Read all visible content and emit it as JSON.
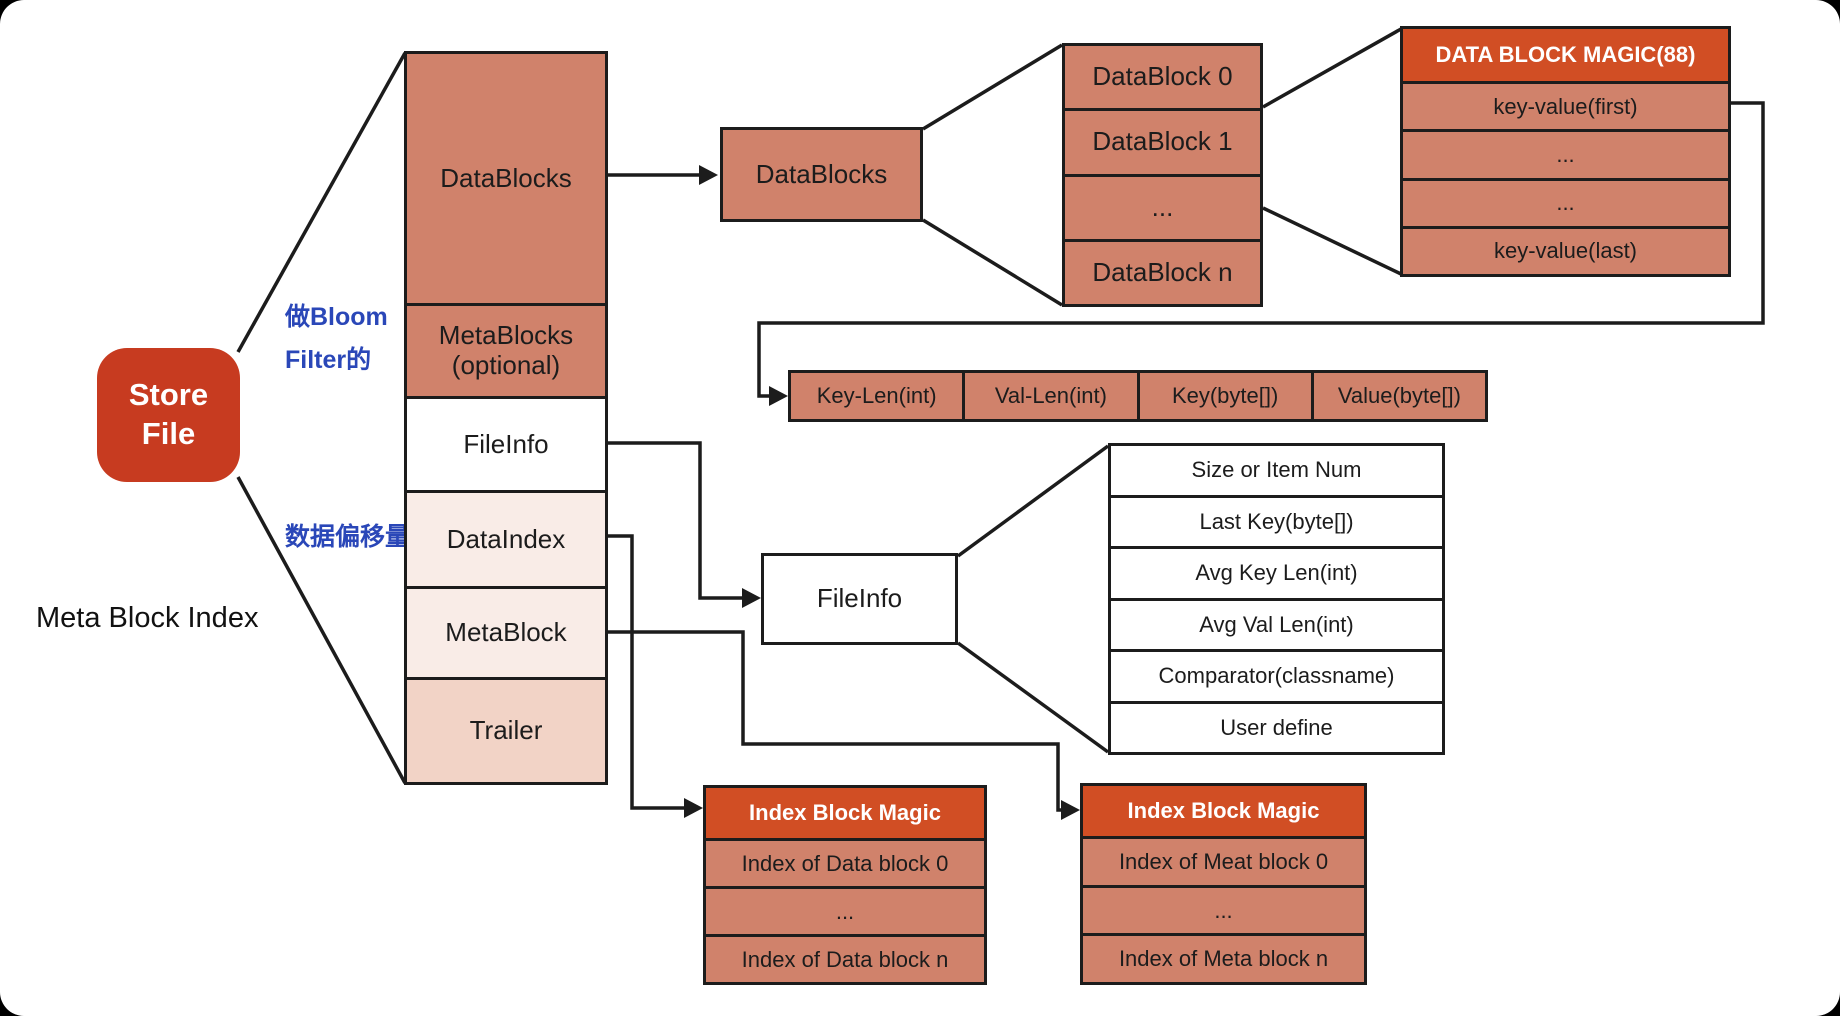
{
  "store_file": {
    "line1": "Store",
    "line2": "File"
  },
  "annotations": {
    "bloom_line1": "做Bloom",
    "bloom_line2": "Filter的",
    "data_offset": "数据偏移量",
    "meta_block_index": "Meta Block Index"
  },
  "column": {
    "rows": [
      {
        "label": "DataBlocks"
      },
      {
        "label": "MetaBlocks (optional)"
      },
      {
        "label": "FileInfo"
      },
      {
        "label": "DataIndex"
      },
      {
        "label": "MetaBlock"
      },
      {
        "label": "Trailer"
      }
    ]
  },
  "datablocks_box": {
    "label": "DataBlocks"
  },
  "datablock_stack": {
    "rows": [
      "DataBlock 0",
      "DataBlock 1",
      "...",
      "DataBlock n"
    ]
  },
  "datablock_detail": {
    "header": "DATA BLOCK MAGIC(88)",
    "rows": [
      "key-value(first)",
      "...",
      "...",
      "key-value(last)"
    ]
  },
  "kv_fields": {
    "cells": [
      "Key-Len(int)",
      "Val-Len(int)",
      "Key(byte[])",
      "Value(byte[])"
    ]
  },
  "fileinfo_box": {
    "label": "FileInfo"
  },
  "fileinfo_detail": {
    "rows": [
      "Size or Item Num",
      "Last Key(byte[])",
      "Avg Key Len(int)",
      "Avg Val Len(int)",
      "Comparator(classname)",
      "User define"
    ]
  },
  "data_index_table": {
    "header": "Index Block Magic",
    "rows": [
      "Index of Data block 0",
      "...",
      "Index of Data block n"
    ]
  },
  "meta_index_table": {
    "header": "Index Block Magic",
    "rows": [
      "Index of Meat block 0",
      "...",
      "Index of Meta block n"
    ]
  },
  "colors": {
    "salmon": "#d0826b",
    "header_orange": "#d14e24",
    "store_red": "#c73b20",
    "pink_light": "#f9ece7",
    "pink_mid": "#f2d3c6",
    "annotation_blue": "#2a47b8",
    "line_black": "#1c1c1c"
  }
}
